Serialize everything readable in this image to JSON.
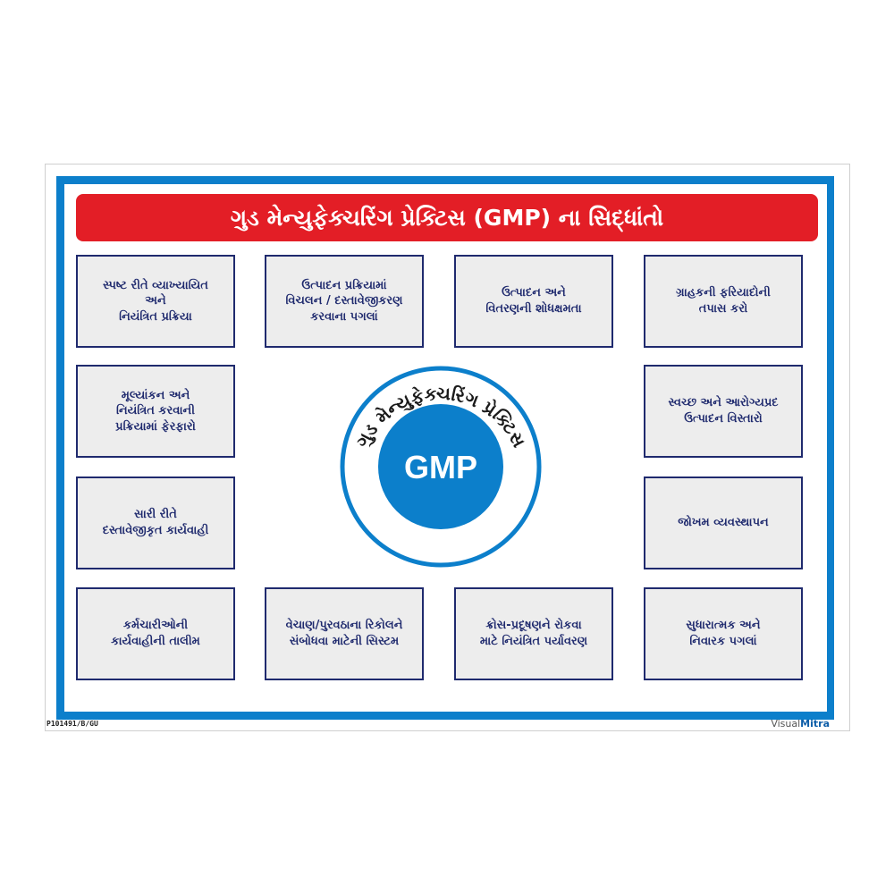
{
  "title": "ગુડ મેન્યુફેક્ચરિંગ પ્રેક્ટિસ (GMP) ના સિદ્ધાંતો",
  "center": {
    "ring_text": "ગુડ મેન્યુફેક્ચરિંગ પ્રેક્ટિસ",
    "label": "GMP"
  },
  "boxes": [
    "સ્પષ્ટ રીતે વ્યાખ્યાયિત\nઅને\nનિયંત્રિત પ્રક્રિયા",
    "ઉત્પાદન પ્રક્રિયામાં\nવિચલન / દસ્તાવેજીકરણ\nકરવાના પગલાં",
    "ઉત્પાદન અને\nવિતરણની શોધક્ષમતા",
    "ગ્રાહકની ફરિયાદોની\nતપાસ કરો",
    "મૂલ્યાંકન અને\nનિયંત્રિત કરવાની\nપ્રક્રિયામાં ફેરફારો",
    "સ્વચ્છ અને આરોગ્યપ્રદ\nઉત્પાદન વિસ્તારો",
    "સારી રીતે\nદસ્તાવેજીકૃત કાર્યવાહી",
    "જોખમ વ્યવસ્થાપન",
    "કર્મચારીઓની\nકાર્યવાહીની તાલીમ",
    "વેચાણ/પુરવઠાના રિકોલને\nસંબોધવા માટેની સિસ્ટમ",
    "ક્રોસ-પ્રદૂષણને રોકવા\nમાટે નિયંત્રિત પર્યાવરણ",
    "સુધારાત્મક અને\nનિવારક પગલાં"
  ],
  "footer": {
    "code": "P101491/B/GU",
    "brand_a": "Visual",
    "brand_b": "Mitra"
  },
  "colors": {
    "frame": "#0c7fcb",
    "title_bg": "#e31e26",
    "box_border": "#1f2a6e"
  }
}
